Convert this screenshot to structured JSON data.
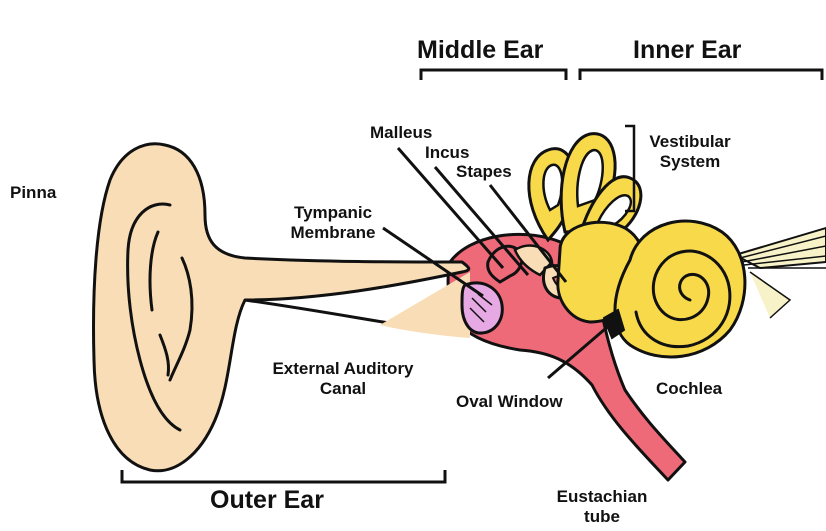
{
  "colors": {
    "skin": "#f8ddb6",
    "middle_ear_pink": "#ee6a78",
    "membrane_purple": "#e6a9e3",
    "inner_ear_yellow": "#f7d94a",
    "outline": "#111111",
    "nerve_white": "#f7f2c8"
  },
  "sections": {
    "middle_ear": "Middle Ear",
    "inner_ear": "Inner Ear",
    "outer_ear": "Outer Ear"
  },
  "labels": {
    "pinna": "Pinna",
    "malleus": "Malleus",
    "incus": "Incus",
    "stapes": "Stapes",
    "vestibular_line1": "Vestibular",
    "vestibular_line2": "System",
    "tympanic_line1": "Tympanic",
    "tympanic_line2": "Membrane",
    "canal_line1": "External Auditory",
    "canal_line2": "Canal",
    "oval_window": "Oval Window",
    "cochlea": "Cochlea",
    "eustachian_line1": "Eustachian",
    "eustachian_line2": "tube"
  }
}
